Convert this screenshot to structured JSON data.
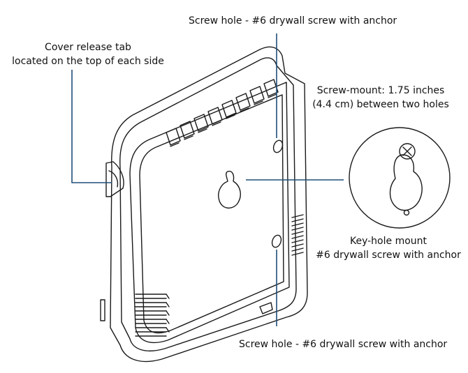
{
  "labels": {
    "screw_top": "Screw hole - #6 drywall screw with anchor",
    "cover_tab_line1": "Cover release tab",
    "cover_tab_line2": "located on the top of each side",
    "screw_mount_line1": "Screw-mount: 1.75 inches",
    "screw_mount_line2": "(4.4 cm) between two holes",
    "keyhole_line1": "Key-hole mount",
    "keyhole_line2": "#6 drywall screw with anchor",
    "screw_bottom": "Screw hole - #6 drywall screw with anchor"
  },
  "colors": {
    "leader": "#1f4e79",
    "outline": "#1a1a1a",
    "text": "#111111"
  }
}
